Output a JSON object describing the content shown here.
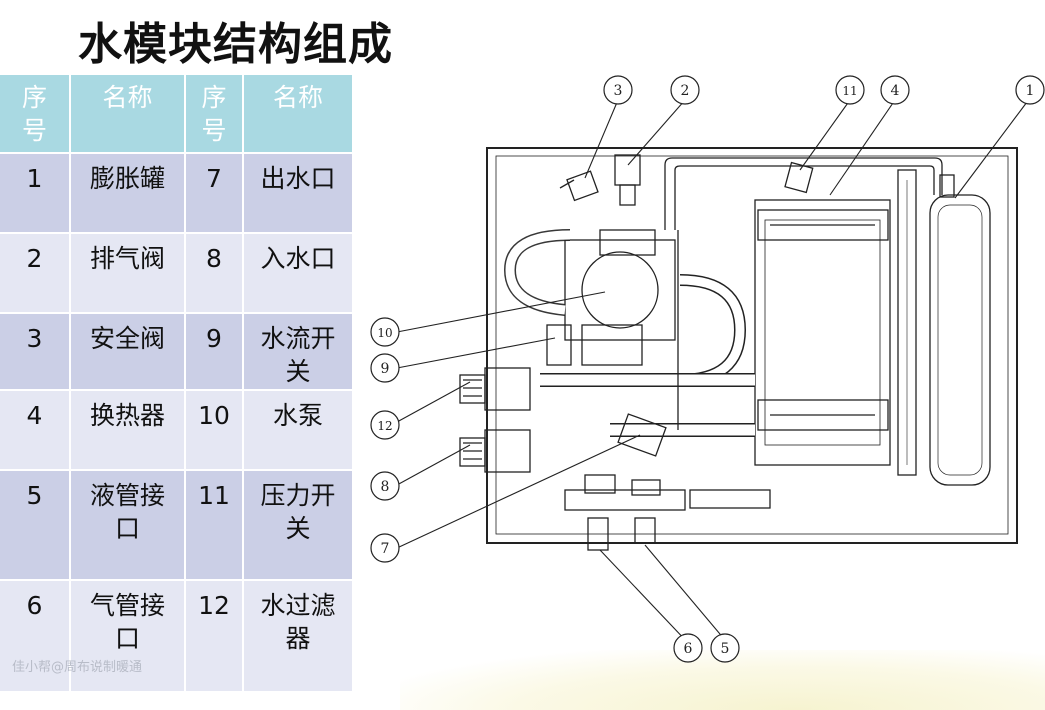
{
  "title": "水模块结构组成",
  "table": {
    "headers": [
      "序\n号",
      "名称",
      "序\n号",
      "名称"
    ],
    "rows": [
      {
        "n1": "1",
        "name1": "膨胀罐",
        "n2": "7",
        "name2": "出水口"
      },
      {
        "n1": "2",
        "name1": "排气阀",
        "n2": "8",
        "name2": "入水口"
      },
      {
        "n1": "3",
        "name1": "安全阀",
        "n2": "9",
        "name2": "水流开\n关"
      },
      {
        "n1": "4",
        "name1": "换热器",
        "n2": "10",
        "name2": "水泵"
      },
      {
        "n1": "5",
        "name1": "液管接\n口",
        "n2": "11",
        "name2": "压力开\n关"
      },
      {
        "n1": "6",
        "name1": "气管接\n口",
        "n2": "12",
        "name2": "水过滤\n器"
      }
    ]
  },
  "callouts": [
    "1",
    "2",
    "3",
    "4",
    "5",
    "6",
    "7",
    "8",
    "9",
    "10",
    "11",
    "12"
  ],
  "watermark": "佳小帮@周布说制暖通",
  "colors": {
    "header": "#a9d9e2",
    "row_odd": "#cbcfe6",
    "row_even": "#e5e7f3"
  }
}
